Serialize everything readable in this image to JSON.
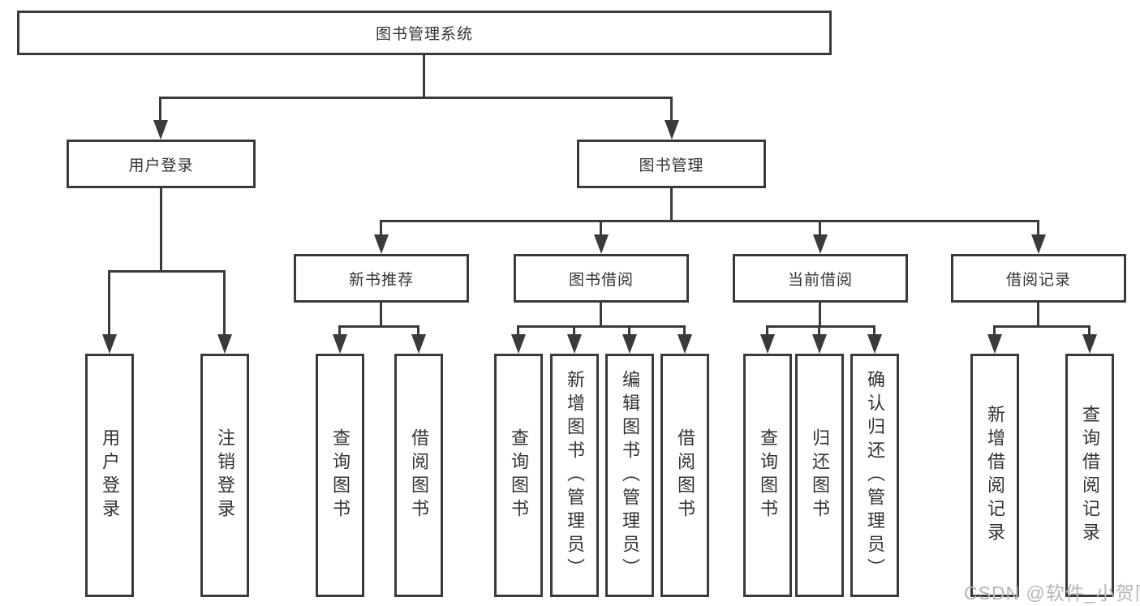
{
  "diagram": {
    "title": "图书管理系统",
    "branches": [
      {
        "label": "用户登录",
        "children": [
          {
            "label": "用户登录"
          },
          {
            "label": "注销登录"
          }
        ]
      },
      {
        "label": "图书管理",
        "children": [
          {
            "label": "新书推荐",
            "children": [
              {
                "label": "查询图书"
              },
              {
                "label": "借阅图书"
              }
            ]
          },
          {
            "label": "图书借阅",
            "children": [
              {
                "label": "查询图书"
              },
              {
                "label": "新增图书（管理员）"
              },
              {
                "label": "编辑图书（管理员）"
              },
              {
                "label": "借阅图书"
              }
            ]
          },
          {
            "label": "当前借阅",
            "children": [
              {
                "label": "查询图书"
              },
              {
                "label": "归还图书"
              },
              {
                "label": "确认归还（管理员）"
              }
            ]
          },
          {
            "label": "借阅记录",
            "children": [
              {
                "label": "新增借阅记录"
              },
              {
                "label": "查询借阅记录"
              }
            ]
          }
        ]
      }
    ]
  },
  "watermark": "CSDN @软件_小贺同学",
  "colors": {
    "line": "#3a3a3a",
    "text": "#333333",
    "watermark": "#b5b5b5",
    "background": "#ffffff"
  }
}
